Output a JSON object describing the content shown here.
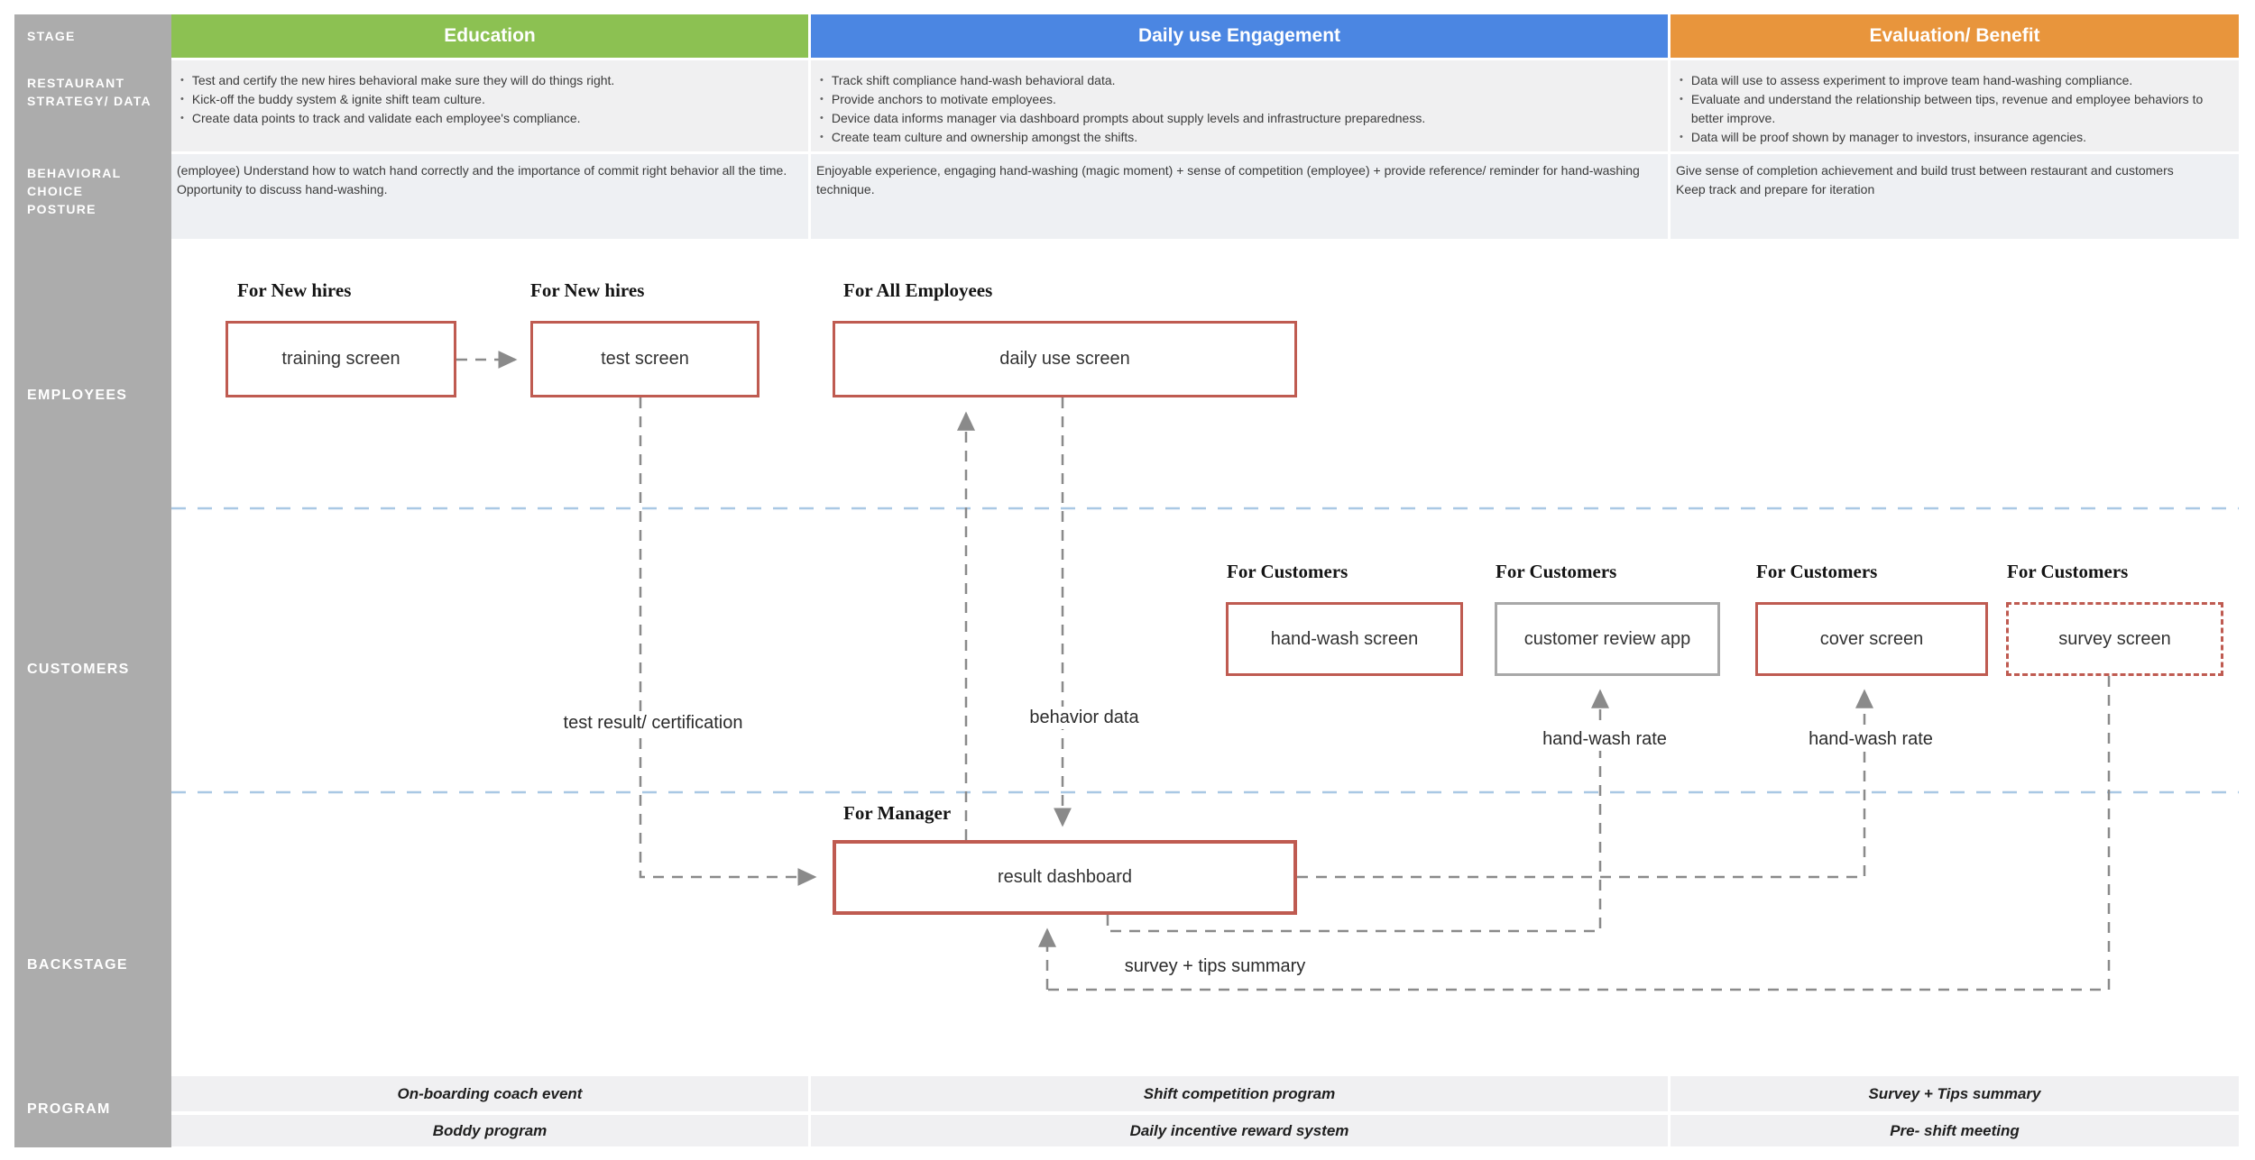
{
  "palette": {
    "education_green": "#8CC152",
    "engagement_blue": "#4B86E2",
    "evaluation_orange": "#E8953C",
    "sidebar_gray": "#ACACAC",
    "node_border_red": "#BF5B51",
    "node_border_gray": "#A8A8A8",
    "connector_gray": "#8A8A8A",
    "divider_blue": "#A9C8E4"
  },
  "sidebar": {
    "stage": "STAGE",
    "strategy": "RESTAURANT\nSTRATEGY/ DATA",
    "behavior": "BEHAVIORAL\nCHOICE\nPOSTURE",
    "employees": "EMPLOYEES",
    "customers": "CUSTOMERS",
    "backstage": "BACKSTAGE",
    "program": "PROGRAM"
  },
  "columns": [
    {
      "title": "Education",
      "bullets": [
        "Test and certify the new hires behavioral make sure they will do things right.",
        "Kick-off the buddy system & ignite shift team culture.",
        "Create data points to track and validate each employee's compliance."
      ],
      "behavior": "(employee) Understand how to watch hand correctly and the importance of commit right behavior all the time. Opportunity to discuss hand-washing.",
      "program_row1": "On-boarding coach event",
      "program_row2": "Boddy program"
    },
    {
      "title": "Daily use Engagement",
      "bullets": [
        "Track shift compliance hand-wash behavioral data.",
        "Provide anchors to motivate employees.",
        "Device data informs manager via dashboard prompts about supply levels and infrastructure preparedness.",
        "Create team culture and ownership amongst the shifts."
      ],
      "behavior": "Enjoyable experience, engaging hand-washing (magic moment) + sense of competition (employee) + provide reference/ reminder for hand-washing technique.",
      "program_row1": "Shift competition program",
      "program_row2": "Daily incentive reward system"
    },
    {
      "title": "Evaluation/ Benefit",
      "bullets": [
        "Data will use to assess experiment to improve team hand-washing compliance.",
        "Evaluate and understand the relationship between tips, revenue and employee behaviors to better improve.",
        "Data will be proof shown by manager to investors, insurance agencies."
      ],
      "behavior": "Give sense of completion achievement and build trust between restaurant and customers\nKeep track and prepare for iteration",
      "program_row1": "Survey + Tips summary",
      "program_row2": "Pre- shift meeting"
    }
  ],
  "nodes": {
    "training": {
      "audience": "For New hires",
      "label": "training screen"
    },
    "test": {
      "audience": "For New hires",
      "label": "test screen"
    },
    "daily_use": {
      "audience": "For All Employees",
      "label": "daily use screen"
    },
    "hand_wash": {
      "audience": "For Customers",
      "label": "hand-wash screen"
    },
    "review": {
      "audience": "For Customers",
      "label": "customer review app"
    },
    "cover": {
      "audience": "For Customers",
      "label": "cover screen"
    },
    "survey": {
      "audience": "For Customers",
      "label": "survey screen"
    },
    "dashboard": {
      "audience": "For Manager",
      "label": "result dashboard"
    }
  },
  "connector_labels": {
    "test_result": "test result/ certification",
    "behavior_data": "behavior data",
    "hand_wash_rate_1": "hand-wash rate",
    "hand_wash_rate_2": "hand-wash rate",
    "survey_tips": "survey + tips summary"
  }
}
